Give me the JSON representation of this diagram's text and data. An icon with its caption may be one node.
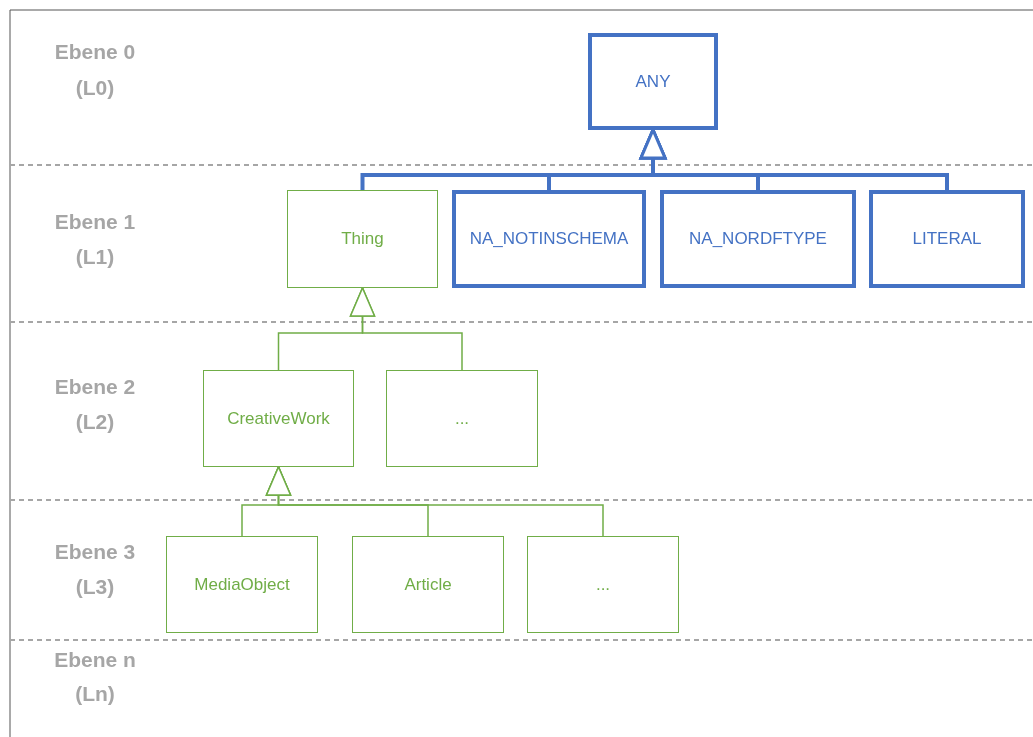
{
  "diagram": {
    "nodes": [
      {
        "text": [
          "ANY"
        ]
      },
      {
        "text": [
          "Thing"
        ]
      },
      {
        "text": [
          "NA_NOTINSCHEMA"
        ]
      },
      {
        "text": [
          "NA_NORDFTYPE"
        ]
      },
      {
        "text": [
          "LITERAL"
        ]
      },
      {
        "text": [
          "CreativeWork"
        ]
      },
      {
        "text": [
          "..."
        ]
      },
      {
        "text": [
          "MediaObject"
        ]
      },
      {
        "text": [
          "Article"
        ]
      },
      {
        "text": [
          "..."
        ]
      }
    ],
    "edges": [
      {
        "from": 1,
        "to": 0,
        "arrow": "to",
        "style": "thick",
        "color": "#4472c4"
      },
      {
        "from": 2,
        "to": 0,
        "arrow": "to",
        "style": "thick",
        "color": "#4472c4"
      },
      {
        "from": 3,
        "to": 0,
        "arrow": "to",
        "style": "thick",
        "color": "#4472c4"
      },
      {
        "from": 4,
        "to": 0,
        "arrow": "to",
        "style": "thick",
        "color": "#4472c4"
      },
      {
        "from": 5,
        "to": 1,
        "arrow": "to"
      },
      {
        "from": 6,
        "to": 1,
        "arrow": "to"
      },
      {
        "from": 7,
        "to": 5,
        "arrow": "to"
      },
      {
        "from": 8,
        "to": 5,
        "arrow": "to"
      },
      {
        "from": 9,
        "to": 5,
        "arrow": "to"
      }
    ],
    "labels": [
      "Ebene 0",
      "(L0)",
      "Ebene 1",
      "(L1)",
      "Ebene 2",
      "(L2)",
      "Ebene 3",
      "(L3)",
      "Ebene n",
      "(Ln)"
    ]
  }
}
